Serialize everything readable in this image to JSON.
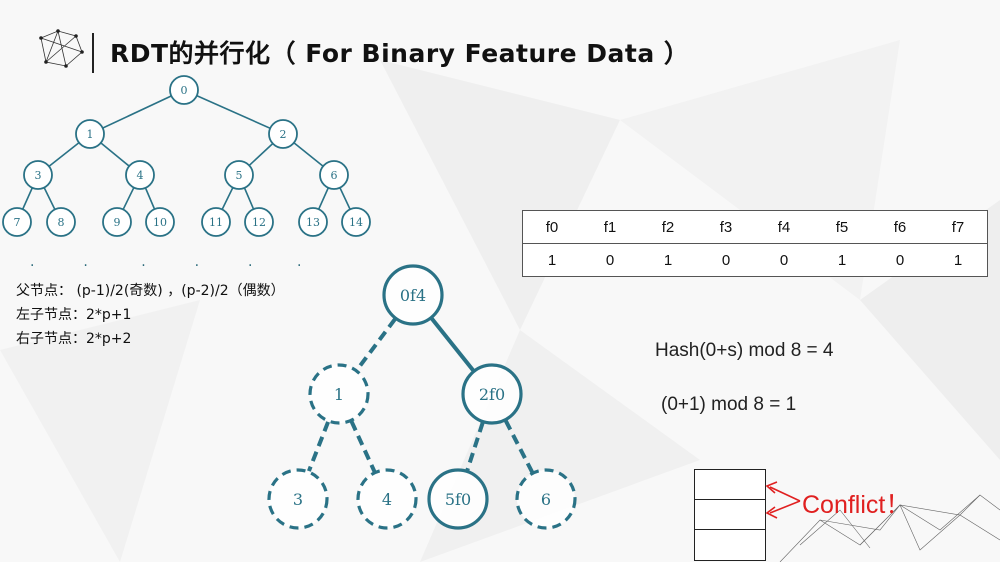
{
  "title": "RDT的并行化（ For Binary Feature Data ）",
  "full_tree": {
    "nodes": [
      "0",
      "1",
      "2",
      "3",
      "4",
      "5",
      "6",
      "7",
      "8",
      "9",
      "10",
      "11",
      "12",
      "13",
      "14"
    ]
  },
  "formulas": {
    "parent": "父节点：   (p-1)/2(奇数) ，(p-2)/2（偶数）",
    "left_child": "左子节点：2*p+1",
    "right_child": "右子节点：2*p+2"
  },
  "feature_table": {
    "headers": [
      "f0",
      "f1",
      "f2",
      "f3",
      "f4",
      "f5",
      "f6",
      "f7"
    ],
    "values": [
      "1",
      "0",
      "1",
      "0",
      "0",
      "1",
      "0",
      "1"
    ]
  },
  "partial_tree": {
    "nodes": [
      "0f4",
      "1",
      "2f0",
      "3",
      "4",
      "5f0",
      "6"
    ]
  },
  "equations": {
    "hash": "Hash(0+s) mod 8 = 4",
    "second": "(0+1) mod 8 = 1"
  },
  "conflict_label": "Conflict！",
  "colors": {
    "node": "#2a7286",
    "conflict": "#e02020"
  }
}
